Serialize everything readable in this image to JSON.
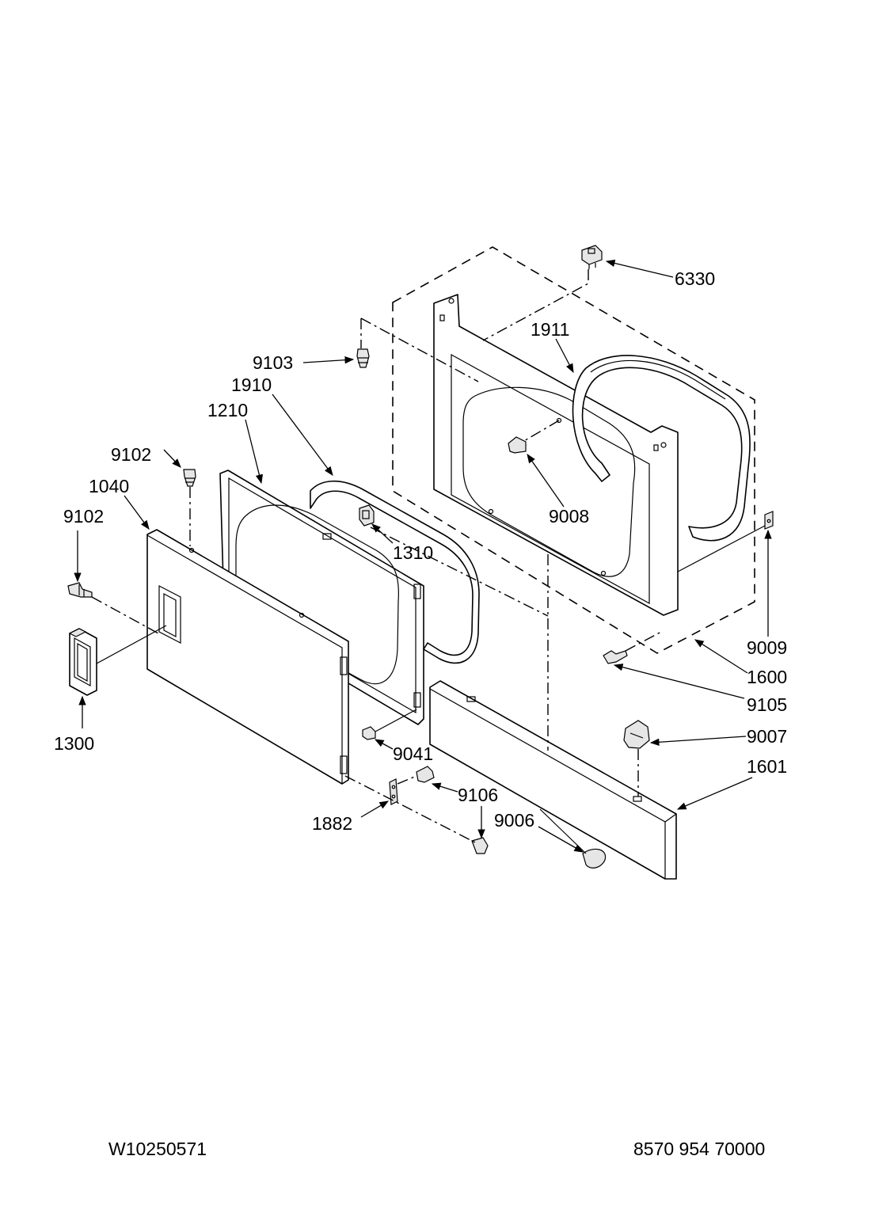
{
  "labels": {
    "p6330": "6330",
    "p1911": "1911",
    "p9103": "9103",
    "p1910": "1910",
    "p1210": "1210",
    "p9102a": "9102",
    "p1040": "1040",
    "p9102b": "9102",
    "p1310": "1310",
    "p9008": "9008",
    "p9009": "9009",
    "p1600": "1600",
    "p9105": "9105",
    "p9007": "9007",
    "p1601": "1601",
    "p1300": "1300",
    "p9041": "9041",
    "p9106": "9106",
    "p1882": "1882",
    "p9006": "9006"
  },
  "footer": {
    "left": "W10250571",
    "right": "8570 954 70000"
  }
}
